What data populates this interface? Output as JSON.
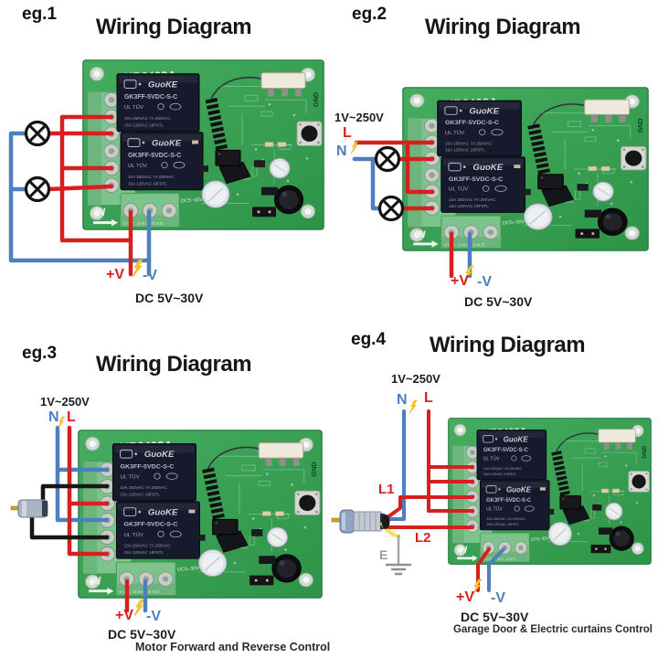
{
  "board": {
    "model": "KR2402A",
    "in_label": "IN",
    "gnd_label": "GND",
    "dc_silk_label": "DC5~30V",
    "terminal_silk_label": "VCC GND GND",
    "relay": {
      "brand": "GuoKE",
      "model": "GK3FF-5VDC-S-C",
      "certs": "UL  TÜV",
      "rating_line1": "10A 250VAC  7A 250VAC",
      "rating_line2": "15A 125VAC      19F6TL"
    }
  },
  "quadrants": [
    {
      "example_label": "eg.1",
      "title": "Wiring Diagram",
      "plus_label": "+V",
      "minus_label": "-V",
      "dc_label": "DC  5V~30V"
    },
    {
      "example_label": "eg.2",
      "title": "Wiring Diagram",
      "mains_label": "1V~250V",
      "line_label": "L",
      "neutral_label": "N",
      "plus_label": "+V",
      "minus_label": "-V",
      "dc_label": "DC  5V~30V"
    },
    {
      "example_label": "eg.3",
      "title": "Wiring Diagram",
      "mains_label": "1V~250V",
      "line_label": "L",
      "neutral_label": "N",
      "plus_label": "+V",
      "minus_label": "-V",
      "dc_label": "DC 5V~30V",
      "caption": "Motor Forward and Reverse Control"
    },
    {
      "example_label": "eg.4",
      "title": "Wiring Diagram",
      "mains_label": "1V~250V",
      "line_label": "L",
      "neutral_label": "N",
      "l1_label": "L1",
      "l2_label": "L2",
      "earth_label": "E",
      "plus_label": "+V",
      "minus_label": "-V",
      "dc_label": "DC 5V~30V",
      "caption": "Garage Door & Electric curtains Control"
    }
  ],
  "colors": {
    "wire_red": "#d81f1f",
    "wire_blue": "#4d7fbe",
    "wire_black": "#161616",
    "pcb_green": "#36a152",
    "terminal_green": "#7cc48c",
    "bolt_yellow": "#ffd21f",
    "earth_green": "#6aaa3a",
    "earth_gray": "#9a9a9a"
  }
}
